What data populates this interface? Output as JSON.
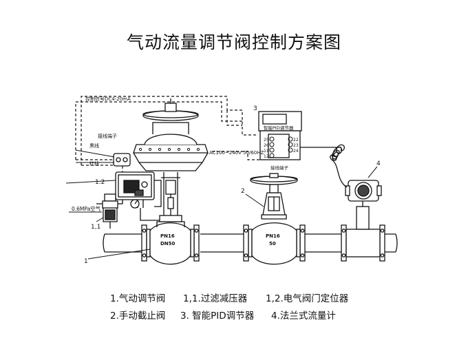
{
  "title": "气动流量调节阀控制方案图",
  "callouts": {
    "c1": "1",
    "c11": "1,1",
    "c12": "1.2",
    "c2": "2",
    "c3": "3",
    "c4": "4"
  },
  "labels": {
    "control_signal": "控制信号DC4-20mA",
    "terminal_left": "接线端子",
    "black_wire": "黑线",
    "red_wire": "红线",
    "air_supply": "0.6MPa空气",
    "power": "AC100~240V 50/60HZ",
    "pid_name": "智能PID调节器",
    "terminal_pid": "接线端子",
    "pn1": "PN16",
    "dn1": "DN50",
    "pn2": "PN16",
    "dn2": "50"
  },
  "terminals_left": [
    "25",
    "26",
    "11",
    "12"
  ],
  "terminals_right": [
    "22",
    "23",
    "24"
  ],
  "legend": {
    "item1": "1.气动调节阀",
    "item11": "1,1.过滤减压器",
    "item12": "1,2.电气阀门定位器",
    "item2": "2.手动截止阀",
    "item3": "3. 智能PID调节器",
    "item4": "4.法兰式流量计"
  }
}
